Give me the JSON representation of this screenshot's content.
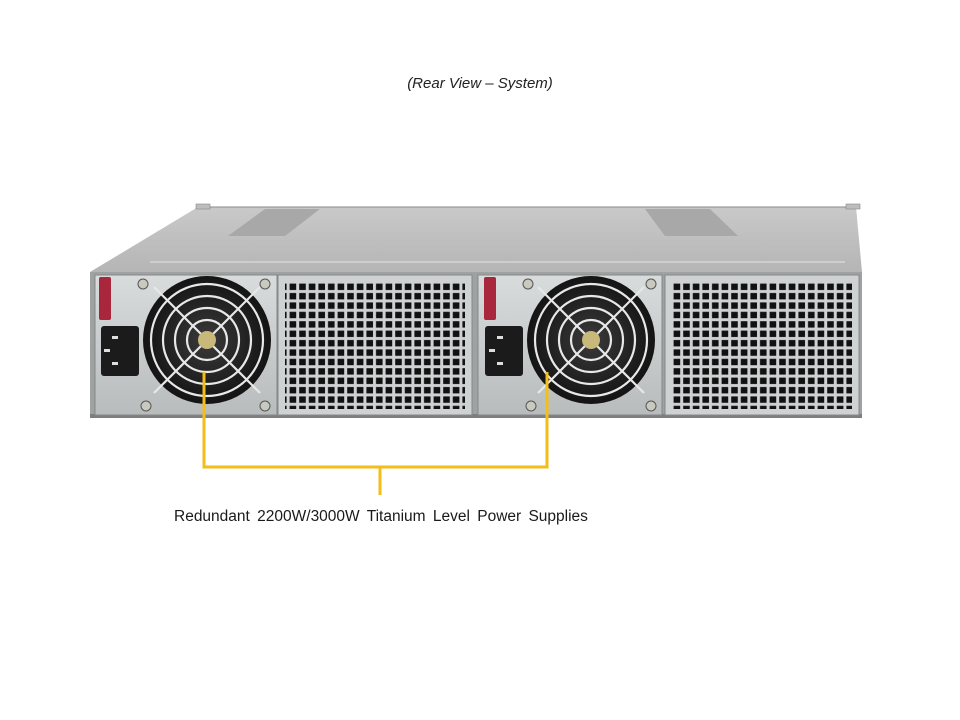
{
  "title": "(Rear View – System)",
  "system": {
    "view": "rear",
    "power_supplies": [
      {
        "position": "left",
        "icon": "psu-fan-icon"
      },
      {
        "position": "right",
        "icon": "psu-fan-icon"
      }
    ],
    "vent_panels": 2
  },
  "callout": {
    "label": "Redundant  2200W/3000W Titanium  Level  Power Supplies",
    "color": "#F2BE1A"
  }
}
